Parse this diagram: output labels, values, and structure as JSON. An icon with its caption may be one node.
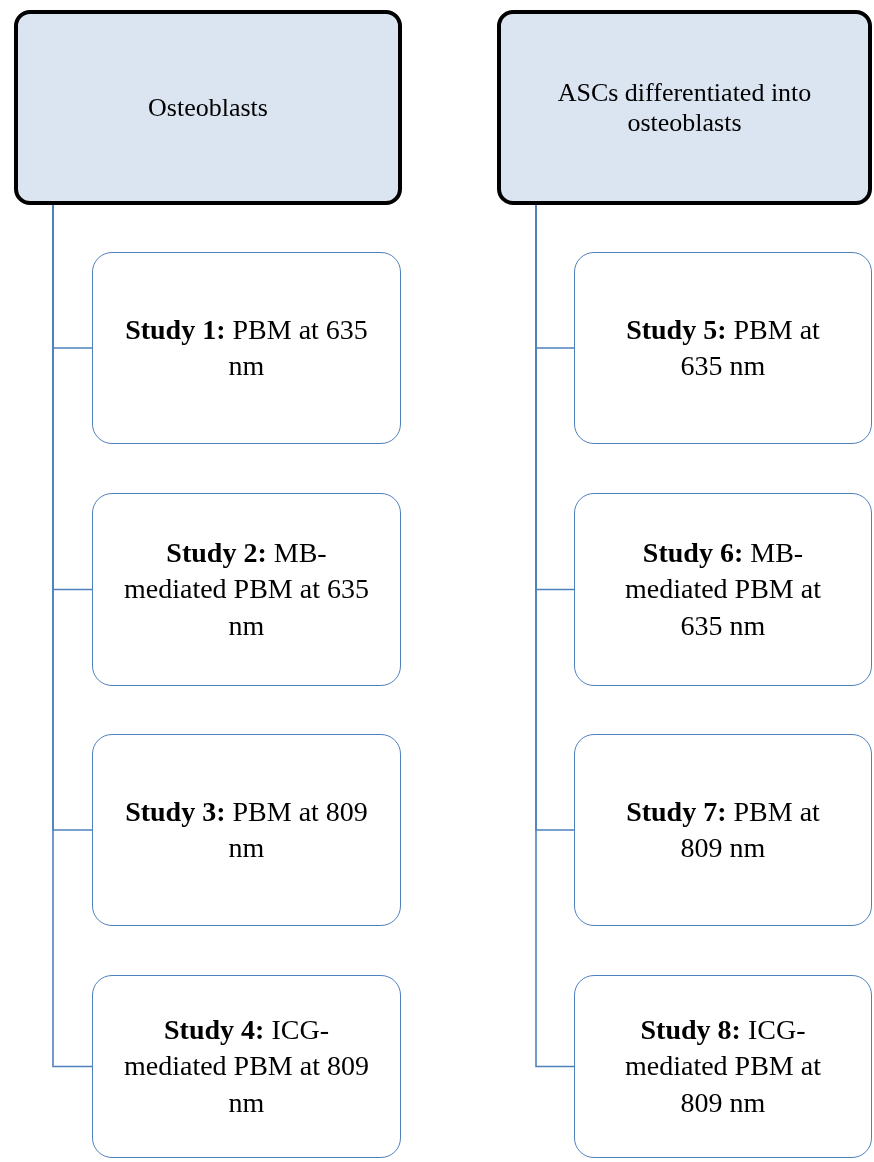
{
  "diagram": {
    "nodes": [
      {
        "text": [
          "Osteoblasts"
        ]
      },
      {
        "text": [
          "**Study 1:** PBM at 635 nm"
        ]
      },
      {
        "text": [
          "**Study 2:** MB-mediated PBM at 635 nm"
        ]
      },
      {
        "text": [
          "**Study 3:** PBM at 809 nm"
        ]
      },
      {
        "text": [
          "**Study 4:** ICG-mediated PBM at 809 nm"
        ]
      },
      {
        "text": [
          "ASCs differentiated into osteoblasts"
        ]
      },
      {
        "text": [
          "**Study 5:** PBM at 635 nm"
        ]
      },
      {
        "text": [
          "**Study 6:** MB-mediated PBM at 635 nm"
        ]
      },
      {
        "text": [
          "**Study 7:** PBM at 809 nm"
        ]
      },
      {
        "text": [
          "**Study 8:** ICG-mediated PBM at 809 nm"
        ]
      }
    ],
    "edges": [
      {
        "from": 0,
        "to": 1,
        "arrow": "none"
      },
      {
        "from": 0,
        "to": 2,
        "arrow": "none"
      },
      {
        "from": 0,
        "to": 3,
        "arrow": "none"
      },
      {
        "from": 0,
        "to": 4,
        "arrow": "none"
      },
      {
        "from": 5,
        "to": 6,
        "arrow": "none"
      },
      {
        "from": 5,
        "to": 7,
        "arrow": "none"
      },
      {
        "from": 5,
        "to": 8,
        "arrow": "none"
      },
      {
        "from": 5,
        "to": 9,
        "arrow": "none"
      }
    ]
  }
}
